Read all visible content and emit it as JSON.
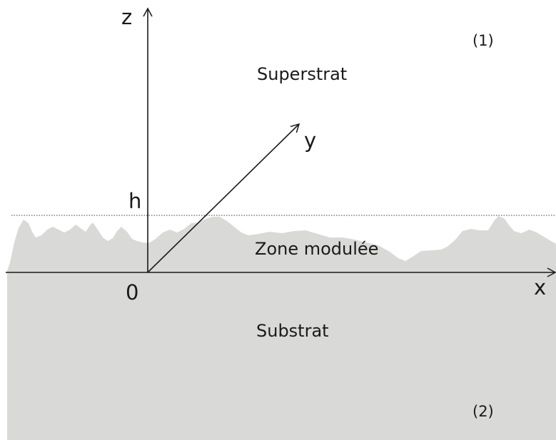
{
  "diagram": {
    "axes": {
      "z": "z",
      "y": "y",
      "x": "x",
      "origin": "0",
      "height": "h"
    },
    "regions": {
      "superstrat": "Superstrat",
      "zone": "Zone modulée",
      "substrat": "Substrat"
    },
    "media": {
      "upper": "(1)",
      "lower": "(2)"
    },
    "colors": {
      "substrate_fill": "#d9d9d7",
      "line": "#1a1a1a",
      "background": "#ffffff"
    }
  }
}
